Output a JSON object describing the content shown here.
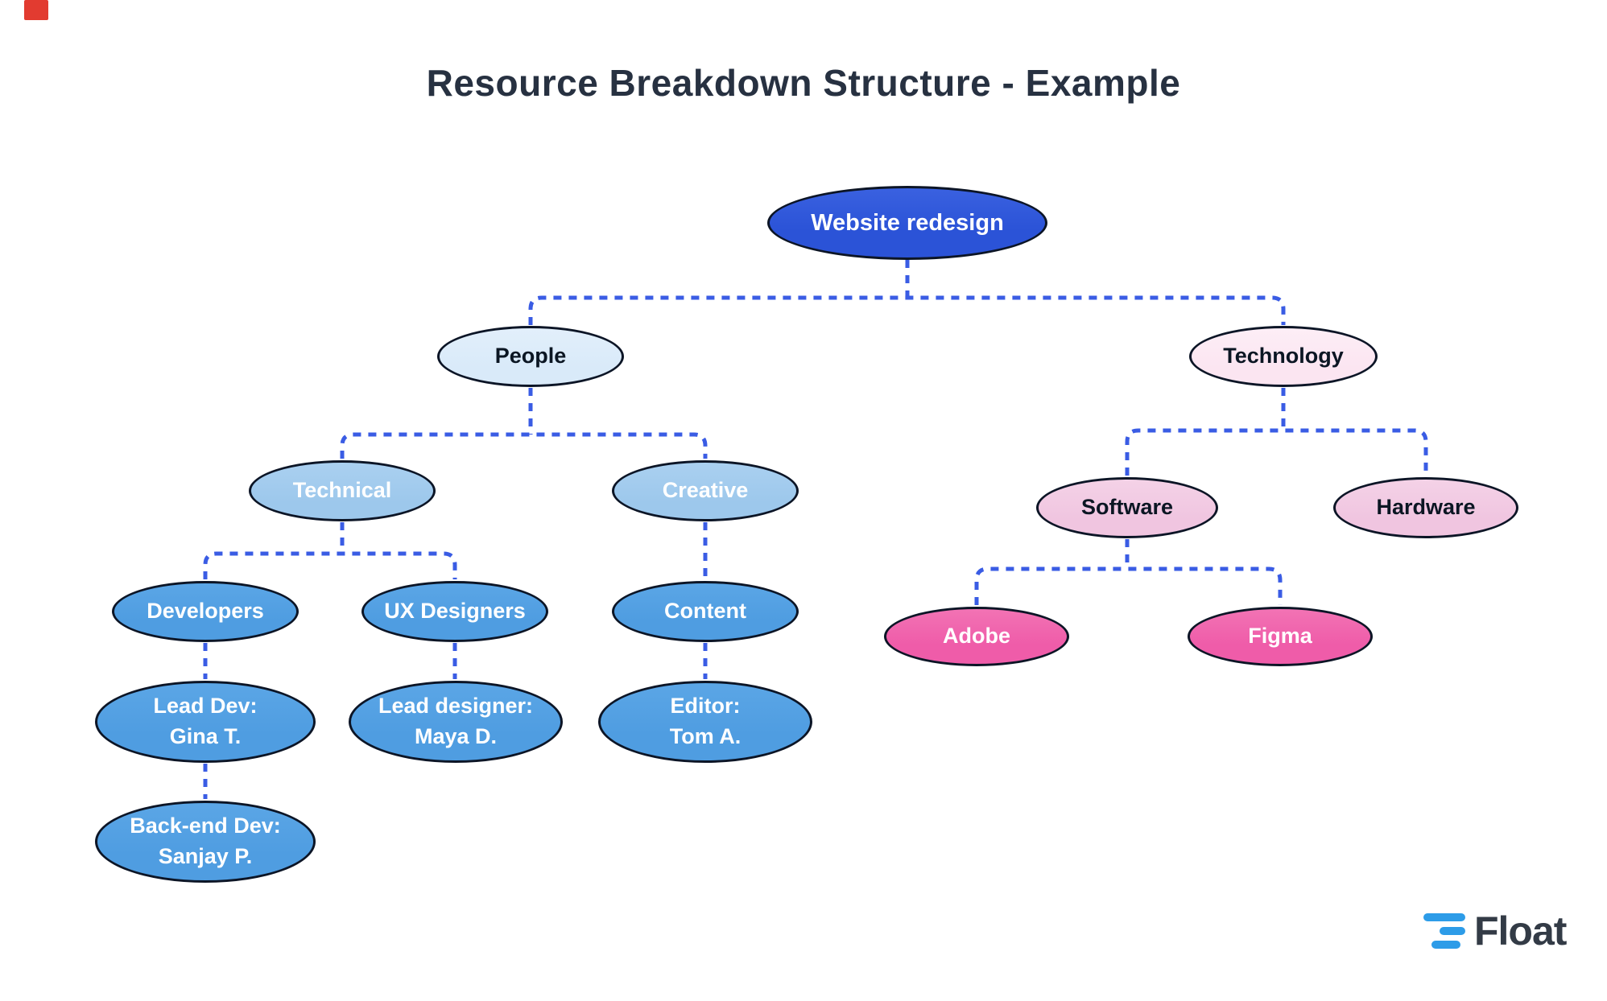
{
  "title": "Resource Breakdown Structure - Example",
  "logo": {
    "name": "Float"
  },
  "nodes": {
    "root": {
      "label": "Website redesign"
    },
    "people": {
      "label": "People"
    },
    "technology": {
      "label": "Technology"
    },
    "technical": {
      "label": "Technical"
    },
    "creative": {
      "label": "Creative"
    },
    "software": {
      "label": "Software"
    },
    "hardware": {
      "label": "Hardware"
    },
    "developers": {
      "label": "Developers"
    },
    "ux_designers": {
      "label": "UX Designers"
    },
    "content": {
      "label": "Content"
    },
    "adobe": {
      "label": "Adobe"
    },
    "figma": {
      "label": "Figma"
    },
    "lead_dev": {
      "label": "Lead Dev:\nGina T."
    },
    "lead_designer": {
      "label": "Lead designer:\nMaya D."
    },
    "editor": {
      "label": "Editor:\nTom A."
    },
    "backend_dev": {
      "label": "Back-end Dev:\nSanjay P."
    }
  },
  "structure": {
    "root": "Website redesign",
    "edges": [
      [
        "Website redesign",
        "People"
      ],
      [
        "Website redesign",
        "Technology"
      ],
      [
        "People",
        "Technical"
      ],
      [
        "People",
        "Creative"
      ],
      [
        "Technical",
        "Developers"
      ],
      [
        "Technical",
        "UX Designers"
      ],
      [
        "Creative",
        "Content"
      ],
      [
        "Developers",
        "Lead Dev: Gina T."
      ],
      [
        "UX Designers",
        "Lead designer: Maya D."
      ],
      [
        "Content",
        "Editor: Tom A."
      ],
      [
        "Lead Dev: Gina T.",
        "Back-end Dev: Sanjay P."
      ],
      [
        "Technology",
        "Software"
      ],
      [
        "Technology",
        "Hardware"
      ],
      [
        "Software",
        "Adobe"
      ],
      [
        "Software",
        "Figma"
      ]
    ]
  },
  "colors": {
    "root_fill": "#2b53d7",
    "light_blue_fill": "#d9eaf9",
    "mid_blue_fill": "#9dc8ec",
    "blue_fill": "#4f9de1",
    "light_pink_fill": "#fbe5f1",
    "mid_pink_fill": "#f0c5e0",
    "hot_pink_fill": "#ef5ca9",
    "connector": "#3a5ce4",
    "node_outline": "#0c1526",
    "title_color": "#273141",
    "logo_text": "#333b46",
    "logo_blue": "#2d9ce8",
    "text_dark": "#0b1623",
    "text_light": "#ffffff",
    "corner_marker": "#e23b30"
  }
}
